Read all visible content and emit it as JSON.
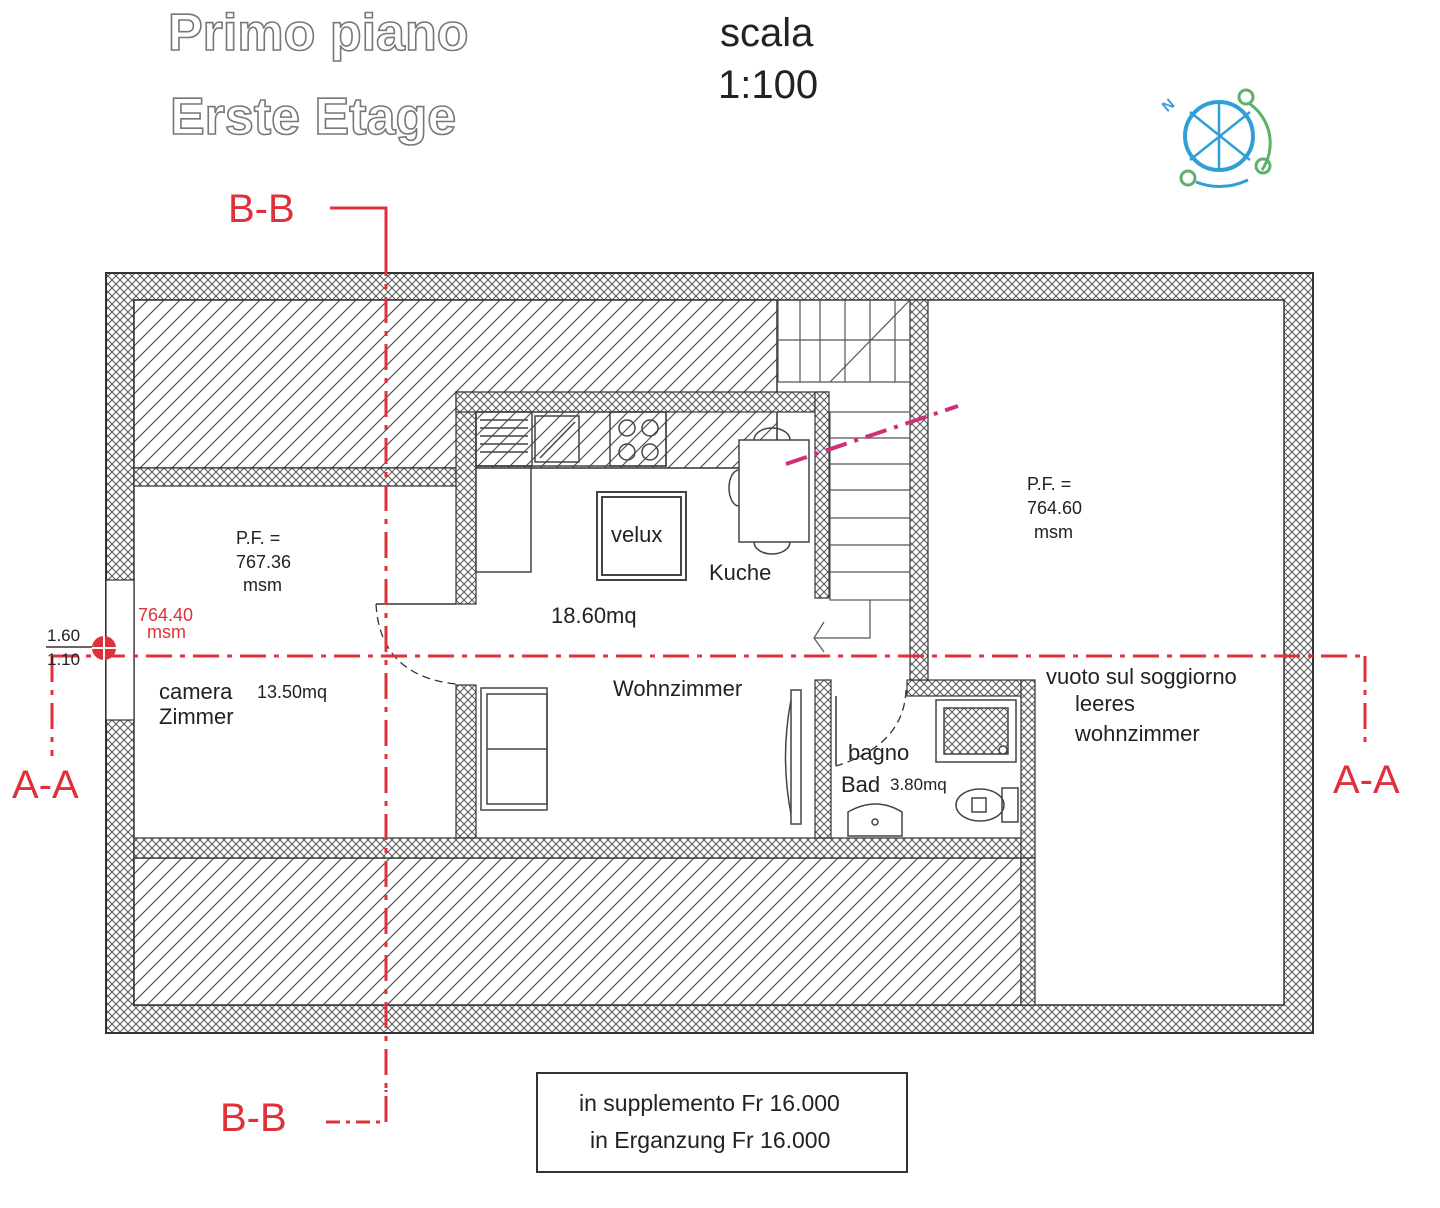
{
  "title": {
    "line1": "Primo piano",
    "line2": "Erste Etage"
  },
  "scale": {
    "label": "scala",
    "value": "1:100"
  },
  "compass": {
    "north_label": "N",
    "icon": "compass-rose-icon"
  },
  "sections": {
    "bb_top": "B-B",
    "bb_bottom": "B-B",
    "aa_left": "A-A",
    "aa_right": "A-A"
  },
  "levels": {
    "left_marker_top": "1.60",
    "left_marker_bottom": "1.10",
    "red_level": "764.40",
    "red_unit": "msm"
  },
  "rooms": {
    "camera": {
      "pf_line1": "P.F. =",
      "pf_value": "767.36",
      "pf_unit": "msm",
      "name_it": "camera",
      "area": "13.50mq",
      "name_de": "Zimmer"
    },
    "kitchen": {
      "window": "velux",
      "name_de": "Kuche",
      "area": "18.60mq",
      "living": "Wohnzimmer"
    },
    "bath": {
      "name_it": "bagno",
      "name_de": "Bad",
      "area": "3.80mq"
    },
    "void": {
      "pf_line1": "P.F. =",
      "pf_value": "764.60",
      "pf_unit": "msm",
      "line1": "vuoto sul soggiorno",
      "line2": "leeres",
      "line3": "wohnzimmer"
    }
  },
  "note": {
    "line1": "in supplemento  Fr 16.000",
    "line2": "in Erganzung Fr 16.000"
  },
  "colors": {
    "section_red": "#e0303a",
    "axis_magenta": "#d0307a",
    "compass_blue": "#2f9fd6",
    "compass_green": "#5ab26a",
    "wall_line": "#444444"
  }
}
